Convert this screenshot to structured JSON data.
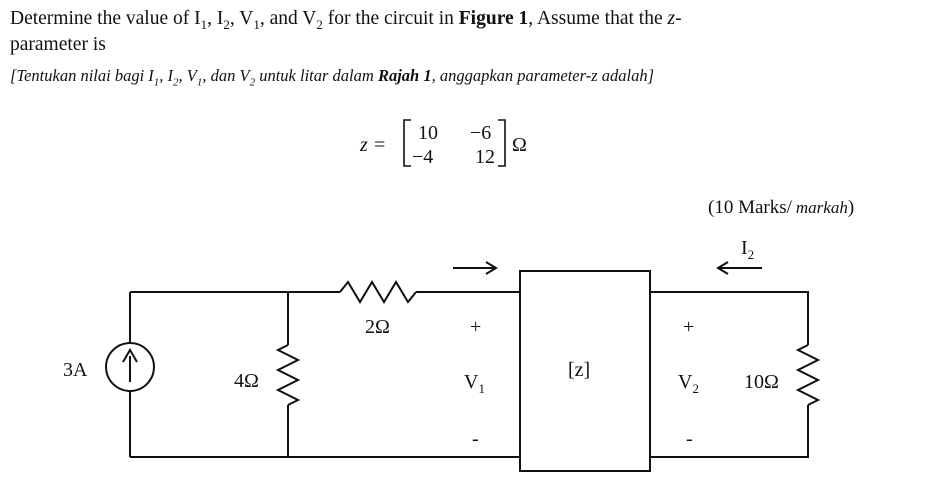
{
  "question": {
    "en_line1_pre": "Determine the value of I",
    "en_sub1": "1",
    "en_mid1": ", I",
    "en_sub2": "2",
    "en_mid2": ", V",
    "en_sub3": "1",
    "en_mid3": ", and V",
    "en_sub4": "2",
    "en_mid4": " for the circuit in ",
    "en_fig": "Figure 1",
    "en_mid5": ", Assume that the ",
    "en_z": "z",
    "en_dash": "-",
    "en_line2": "parameter is",
    "ms_pre": "[Tentukan nilai bagi I",
    "ms_s1": "1",
    "ms_m1": ", I",
    "ms_s2": "2",
    "ms_m2": ", V",
    "ms_s3": "1",
    "ms_m3": ", dan V",
    "ms_s4": "2",
    "ms_m4": "  untuk litar dalam ",
    "ms_fig": "Rajah 1",
    "ms_end": ", anggapkan parameter-z adalah]"
  },
  "matrix": {
    "lhs": "z =",
    "r1c1": "10",
    "r1c2": "−6",
    "r2c1": "−4",
    "r2c2": "12",
    "unit": "Ω"
  },
  "marks": {
    "en": "(10 Marks/",
    "ms": "markah",
    "close": ")"
  },
  "circuit": {
    "source_label": "3A",
    "r4_label": "4Ω",
    "r2_label": "2Ω",
    "v1_plus": "+",
    "v1_label_main": "V",
    "v1_label_sub": "1",
    "v1_minus": "-",
    "z_label": "[z]",
    "v2_plus": "+",
    "v2_label_main": "V",
    "v2_label_sub": "2",
    "v2_minus": "-",
    "r10_label": "10Ω",
    "i2_main": "I",
    "i2_sub": "2"
  }
}
